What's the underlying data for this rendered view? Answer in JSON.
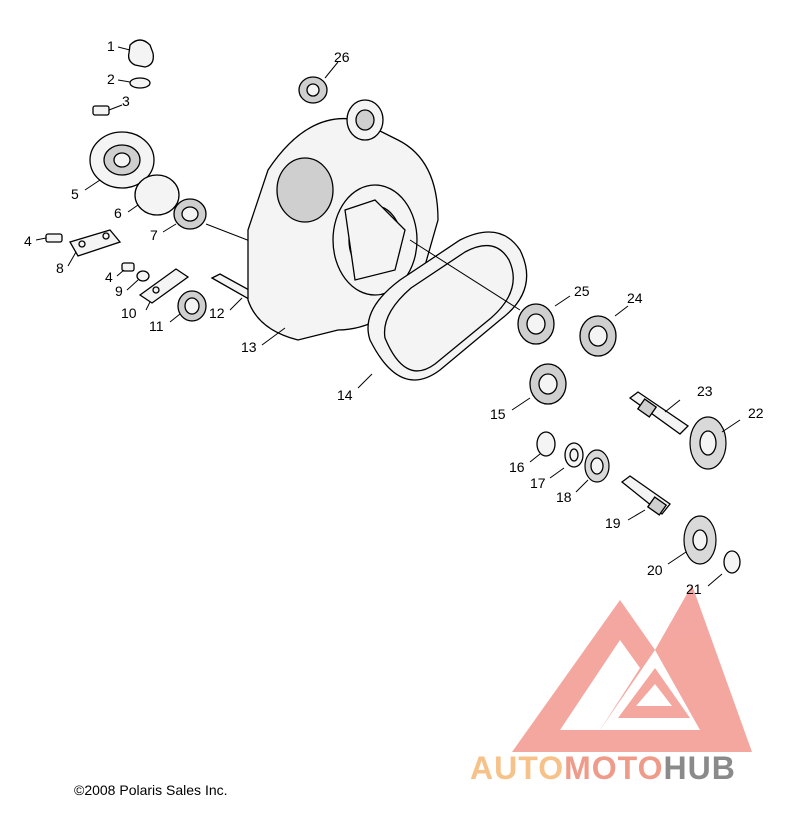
{
  "copyright": "©2008 Polaris Sales Inc.",
  "watermark": {
    "part1": "AUTO",
    "part2": "MOTO",
    "part3": "HUB",
    "color_part1": "#f6c28a",
    "color_part2": "#ef9b8a",
    "color_part3": "#8a8a8a",
    "logo_color": "#f08a80"
  },
  "callouts": [
    {
      "id": "1",
      "label": "1"
    },
    {
      "id": "2",
      "label": "2"
    },
    {
      "id": "3",
      "label": "3"
    },
    {
      "id": "4a",
      "label": "4"
    },
    {
      "id": "4b",
      "label": "4"
    },
    {
      "id": "5",
      "label": "5"
    },
    {
      "id": "6",
      "label": "6"
    },
    {
      "id": "7",
      "label": "7"
    },
    {
      "id": "8",
      "label": "8"
    },
    {
      "id": "9",
      "label": "9"
    },
    {
      "id": "10",
      "label": "10"
    },
    {
      "id": "11",
      "label": "11"
    },
    {
      "id": "12",
      "label": "12"
    },
    {
      "id": "13",
      "label": "13"
    },
    {
      "id": "14",
      "label": "14"
    },
    {
      "id": "15",
      "label": "15"
    },
    {
      "id": "16",
      "label": "16"
    },
    {
      "id": "17",
      "label": "17"
    },
    {
      "id": "18",
      "label": "18"
    },
    {
      "id": "19",
      "label": "19"
    },
    {
      "id": "20",
      "label": "20"
    },
    {
      "id": "21",
      "label": "21"
    },
    {
      "id": "22",
      "label": "22"
    },
    {
      "id": "23",
      "label": "23"
    },
    {
      "id": "24",
      "label": "24"
    },
    {
      "id": "25",
      "label": "25"
    },
    {
      "id": "26",
      "label": "26"
    }
  ]
}
